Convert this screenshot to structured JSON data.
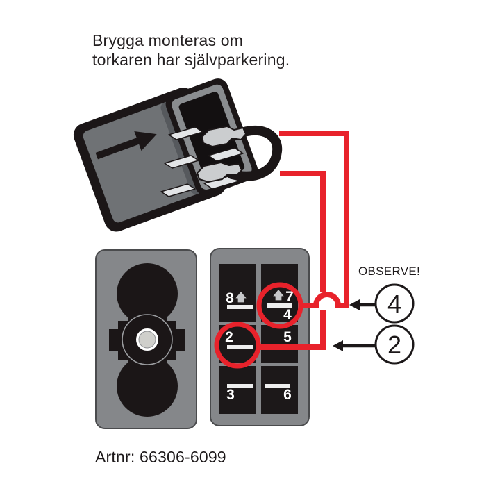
{
  "instruction": {
    "line1": "Brygga monteras om",
    "line2": "torkaren har självparkering."
  },
  "observe": {
    "label": "OBSERVE!"
  },
  "callouts": [
    {
      "label": "4"
    },
    {
      "label": "2"
    }
  ],
  "artnr": {
    "label": "Artnr: 66306-6099"
  },
  "back_panel": {
    "cells": [
      {
        "label": "8",
        "arrow": "up"
      },
      {
        "label": "7",
        "arrow": "up",
        "sub_label": "4"
      },
      {
        "label": "2"
      },
      {
        "label": "5"
      },
      {
        "label": "3"
      },
      {
        "label": "6"
      }
    ]
  },
  "icons": {
    "up_arrow": "↑",
    "callout_arrow": "◄"
  },
  "colors": {
    "highlight_red": "#e8222b",
    "panel_gray": "#85878a",
    "cell_black": "#1c1819",
    "text_black": "#231f20"
  }
}
